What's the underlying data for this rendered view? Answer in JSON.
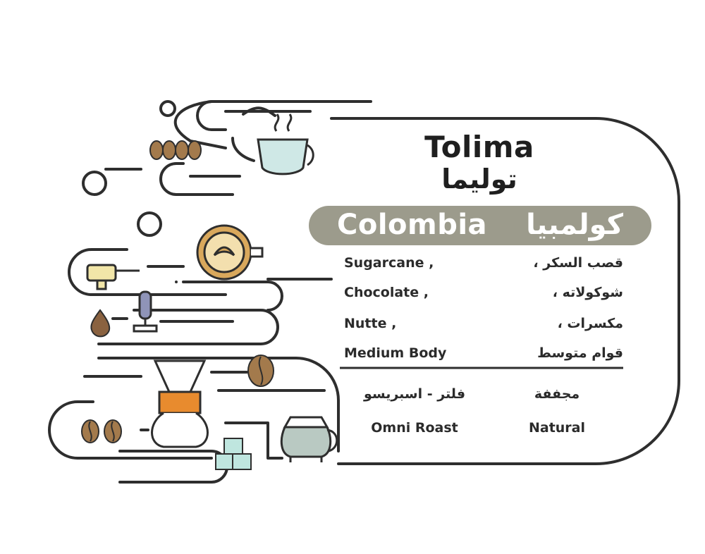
{
  "label": {
    "title": "Tolima",
    "title_ar": "توليما",
    "country": "Colombia",
    "country_ar": "كولمبيا",
    "notes": [
      {
        "en": "Sugarcane ,",
        "ar": "قصب السكر ،"
      },
      {
        "en": "Chocolate ,",
        "ar": "شوكولاته ،"
      },
      {
        "en": "Nutte ,",
        "ar": "مكسرات ،"
      },
      {
        "en": "Medium Body",
        "ar": "قوام متوسط"
      }
    ],
    "roast_ar": "فلتر - اسبريسو",
    "roast_en": "Omni Roast",
    "process_ar": "مجففة",
    "process_en": "Natural"
  },
  "colors": {
    "line": "#2e2e2e",
    "pill": "#9c9b8c",
    "bean": "#a37a4c",
    "cup": "#cfe8e6",
    "latte": "#d9a85c",
    "orange": "#e88b2e",
    "tamper": "#8f94b8",
    "portafilter": "#f2e6a8"
  },
  "icons": [
    "coffee-beans-icon",
    "coffee-cup-icon",
    "latte-art-icon",
    "portafilter-icon",
    "tamper-icon",
    "drop-icon",
    "chemex-icon",
    "coffee-bean-icon",
    "coffee-pot-icon",
    "ice-cubes-icon"
  ]
}
